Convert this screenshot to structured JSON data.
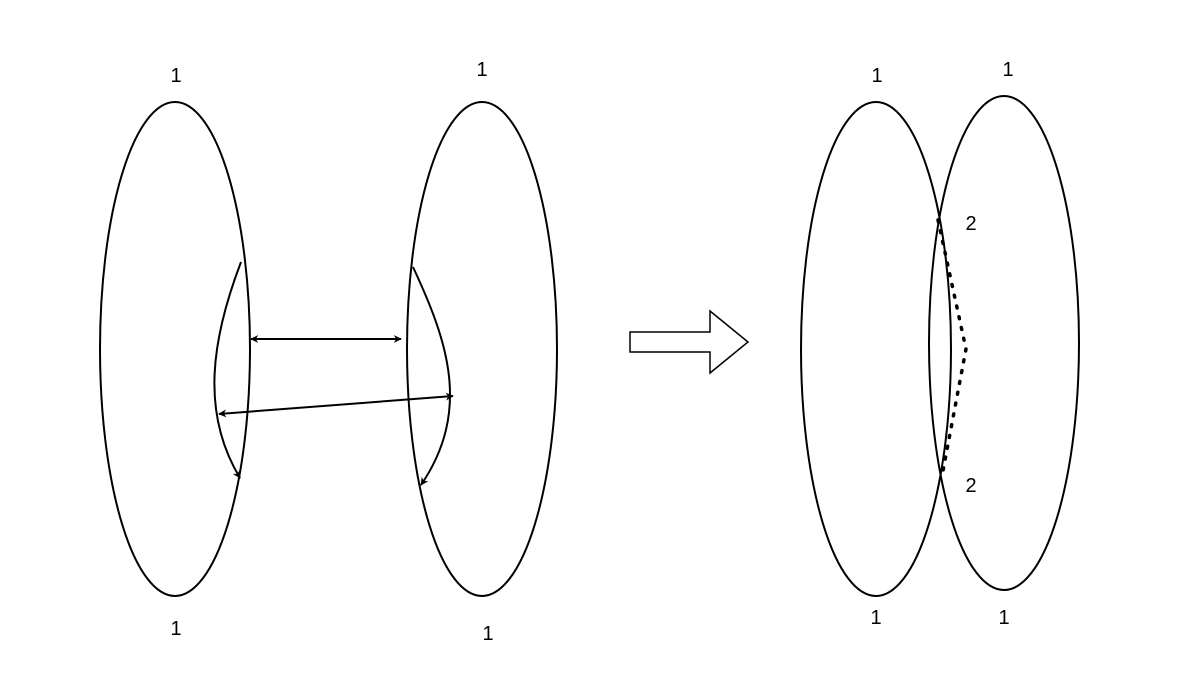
{
  "colors": {
    "stroke": "#000000",
    "background": "#ffffff"
  },
  "left_diagram": {
    "left_ellipse": {
      "top_label": "1",
      "bottom_label": "1"
    },
    "right_ellipse": {
      "top_label": "1",
      "bottom_label": "1"
    }
  },
  "right_diagram": {
    "left_ellipse": {
      "top_label": "1",
      "bottom_label": "1"
    },
    "right_ellipse": {
      "top_label": "1",
      "bottom_label": "1"
    },
    "junction_top_label": "2",
    "junction_bottom_label": "2"
  }
}
